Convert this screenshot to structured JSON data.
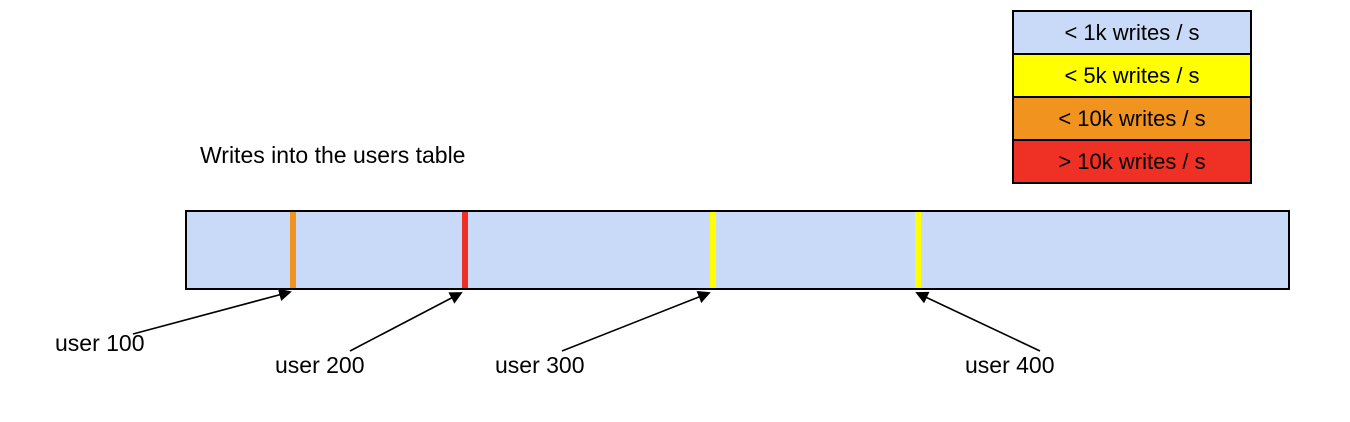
{
  "title": "Writes into the users table",
  "legend": {
    "items": [
      {
        "label": "< 1k writes / s",
        "color": "#c9daf8"
      },
      {
        "label": "< 5k writes / s",
        "color": "#ffff00"
      },
      {
        "label": "< 10k writes / s",
        "color": "#f0941f"
      },
      {
        "label": "> 10k writes / s",
        "color": "#ee3124"
      }
    ]
  },
  "bar": {
    "color": "#c9daf8",
    "markers": [
      {
        "label": "user 100",
        "color": "#f0941f"
      },
      {
        "label": "user 200",
        "color": "#ee3124"
      },
      {
        "label": "user 300",
        "color": "#ffff00"
      },
      {
        "label": "user 400",
        "color": "#ffff00"
      }
    ]
  }
}
